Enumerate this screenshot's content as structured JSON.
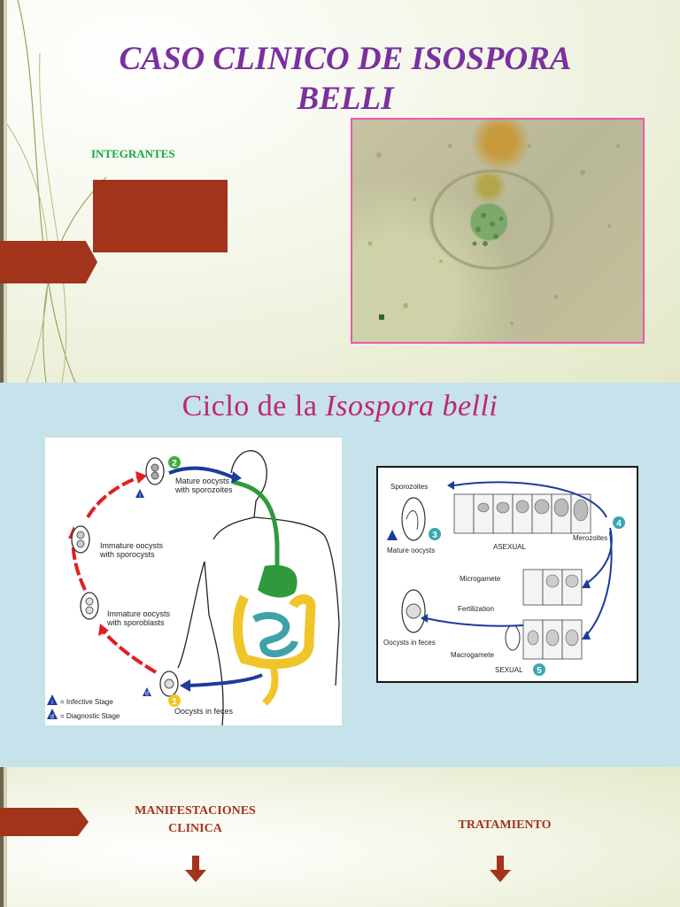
{
  "slide1": {
    "title": "CASO CLINICO DE ISOSPORA BELLI",
    "subtitle": "INTEGRANTES",
    "colors": {
      "title": "#7a30a0",
      "subtitle": "#17a64a",
      "accent": "#a2341c",
      "photo_border": "#e85ab0"
    }
  },
  "slide2": {
    "title_plain": "Ciclo de la",
    "title_italic": "Isospora belli",
    "left_diagram": {
      "stage_numbers": [
        "1",
        "2"
      ],
      "labels": [
        "Mature oocysts",
        "with sporozoites",
        "Immature oocysts",
        "with sporocysts",
        "Immature oocysts",
        "with sporoblasts",
        "Oocysts in feces"
      ],
      "legend": [
        "= Infective Stage",
        "= Diagnostic Stage"
      ],
      "legend_symbols": [
        "i",
        "d"
      ]
    },
    "right_diagram": {
      "stage_numbers": [
        "3",
        "4",
        "5"
      ],
      "labels": {
        "sporozoites": "Sporozoites",
        "mature_oocysts": "Mature oocysts",
        "asexual": "ASEXUAL",
        "merozoites": "Merozoites",
        "microgamete": "Microgamete",
        "fertilization": "Fertilization",
        "oocysts_in_feces": "Oocysts in feces",
        "macrogamete": "Macrogamete",
        "sexual": "SEXUAL"
      }
    },
    "colors": {
      "background": "#c6e2ea",
      "title": "#c0286a"
    }
  },
  "slide3": {
    "heading_left_line1": "MANIFESTACIONES",
    "heading_left_line2": "CLINICA",
    "heading_right": "TRATAMIENTO",
    "colors": {
      "heading": "#a2341c",
      "arrow": "#a2341c"
    }
  }
}
